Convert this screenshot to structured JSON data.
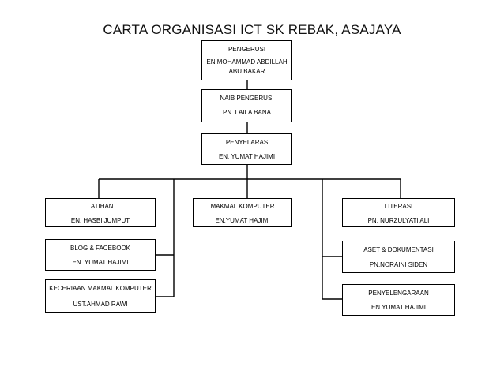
{
  "title": "CARTA ORGANISASI ICT SK REBAK, ASAJAYA",
  "nodes": {
    "pengerusi": {
      "role": "PENGERUSI",
      "name_line1": "EN.MOHAMMAD ABDILLAH",
      "name_line2": "ABU BAKAR"
    },
    "naib_pengerusi": {
      "role": "NAIB PENGERUSI",
      "name": "PN. LAILA BANA"
    },
    "penyelaras": {
      "role": "PENYELARAS",
      "name": "EN. YUMAT HAJIMI"
    },
    "latihan": {
      "role": "LATIHAN",
      "name": "EN. HASBI JUMPUT"
    },
    "blog_facebook": {
      "role": "BLOG & FACEBOOK",
      "name": "EN. YUMAT HAJIMI"
    },
    "keceriaan": {
      "role": "KECERIAAN MAKMAL KOMPUTER",
      "name": "UST.AHMAD RAWI"
    },
    "makmal_komputer": {
      "role": "MAKMAL KOMPUTER",
      "name": "EN.YUMAT HAJIMI"
    },
    "literasi": {
      "role": "LITERASI",
      "name": "PN. NURZULYATI ALI"
    },
    "aset_dokumentasi": {
      "role": "ASET & DOKUMENTASI",
      "name": "PN.NORAINI SIDEN"
    },
    "penyelengaraan": {
      "role": "PENYELENGARAAN",
      "name": "EN.YUMAT HAJIMI"
    }
  }
}
